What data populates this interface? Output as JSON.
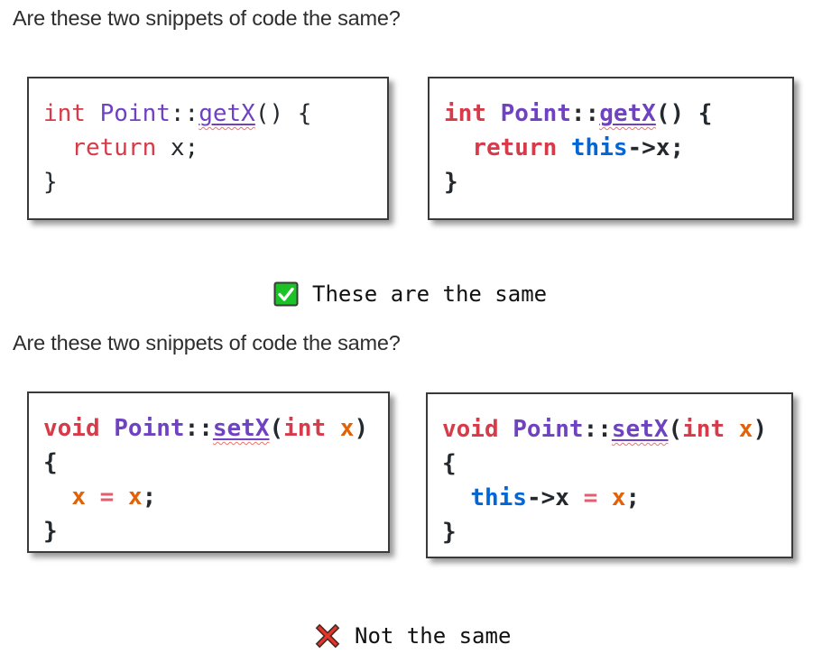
{
  "question_1": "Are these two snippets of code the same?",
  "question_2": "Are these two snippets of code the same?",
  "snippets": {
    "getx_no_this": {
      "lines": [
        [
          {
            "t": "int",
            "c": "kw"
          },
          {
            "t": " ",
            "c": "plain"
          },
          {
            "t": "Point",
            "c": "type"
          },
          {
            "t": "::",
            "c": "plain"
          },
          {
            "t": "getX",
            "c": "fn"
          },
          {
            "t": "() {",
            "c": "plain"
          }
        ],
        [
          {
            "t": "  ",
            "c": "plain"
          },
          {
            "t": "return",
            "c": "kw"
          },
          {
            "t": " x;",
            "c": "plain"
          }
        ],
        [
          {
            "t": "}",
            "c": "plain"
          }
        ]
      ]
    },
    "getx_with_this": {
      "lines": [
        [
          {
            "t": "int",
            "c": "kw"
          },
          {
            "t": " ",
            "c": "plain"
          },
          {
            "t": "Point",
            "c": "type"
          },
          {
            "t": "::",
            "c": "plain"
          },
          {
            "t": "getX",
            "c": "fn"
          },
          {
            "t": "() {",
            "c": "plain"
          }
        ],
        [
          {
            "t": "  ",
            "c": "plain"
          },
          {
            "t": "return",
            "c": "kw"
          },
          {
            "t": " ",
            "c": "plain"
          },
          {
            "t": "this",
            "c": "this"
          },
          {
            "t": "->x;",
            "c": "plain"
          }
        ],
        [
          {
            "t": "}",
            "c": "plain"
          }
        ]
      ]
    },
    "setx_no_this": {
      "lines": [
        [
          {
            "t": "void",
            "c": "kw"
          },
          {
            "t": " ",
            "c": "plain"
          },
          {
            "t": "Point",
            "c": "type"
          },
          {
            "t": "::",
            "c": "plain"
          },
          {
            "t": "setX",
            "c": "fn"
          },
          {
            "t": "(",
            "c": "plain"
          },
          {
            "t": "int",
            "c": "kw"
          },
          {
            "t": " ",
            "c": "plain"
          },
          {
            "t": "x",
            "c": "var"
          },
          {
            "t": ")",
            "c": "plain"
          }
        ],
        [
          {
            "t": "{",
            "c": "plain"
          }
        ],
        [
          {
            "t": "  ",
            "c": "plain"
          },
          {
            "t": "x",
            "c": "var"
          },
          {
            "t": " ",
            "c": "plain"
          },
          {
            "t": "=",
            "c": "op"
          },
          {
            "t": " ",
            "c": "plain"
          },
          {
            "t": "x",
            "c": "var"
          },
          {
            "t": ";",
            "c": "plain"
          }
        ],
        [
          {
            "t": "}",
            "c": "plain"
          }
        ]
      ]
    },
    "setx_with_this": {
      "lines": [
        [
          {
            "t": "void",
            "c": "kw"
          },
          {
            "t": " ",
            "c": "plain"
          },
          {
            "t": "Point",
            "c": "type"
          },
          {
            "t": "::",
            "c": "plain"
          },
          {
            "t": "setX",
            "c": "fn"
          },
          {
            "t": "(",
            "c": "plain"
          },
          {
            "t": "int",
            "c": "kw"
          },
          {
            "t": " ",
            "c": "plain"
          },
          {
            "t": "x",
            "c": "var"
          },
          {
            "t": ")",
            "c": "plain"
          }
        ],
        [
          {
            "t": "{",
            "c": "plain"
          }
        ],
        [
          {
            "t": "  ",
            "c": "plain"
          },
          {
            "t": "this",
            "c": "this"
          },
          {
            "t": "->x",
            "c": "plain"
          },
          {
            "t": " ",
            "c": "plain"
          },
          {
            "t": "=",
            "c": "op"
          },
          {
            "t": " ",
            "c": "plain"
          },
          {
            "t": "x",
            "c": "var"
          },
          {
            "t": ";",
            "c": "plain"
          }
        ],
        [
          {
            "t": "}",
            "c": "plain"
          }
        ]
      ]
    }
  },
  "verdict_same": {
    "icon": "green-checkbox",
    "label": "These are the same"
  },
  "verdict_different": {
    "icon": "red-cross",
    "label": "Not the same"
  },
  "colors": {
    "keyword": "#d73a49",
    "type_name": "#6f42c1",
    "function_name": "#6f42c1",
    "squiggle": "#f0706a",
    "this_keyword": "#0366d6",
    "variable": "#e36209",
    "operator": "#e25d6d",
    "code_text": "#24292e",
    "title_text": "#2d2d2d",
    "verdict_text": "#111111",
    "check_green": "#1cc327",
    "cross_red": "#e8342a",
    "box_border": "#3a3a3a"
  }
}
